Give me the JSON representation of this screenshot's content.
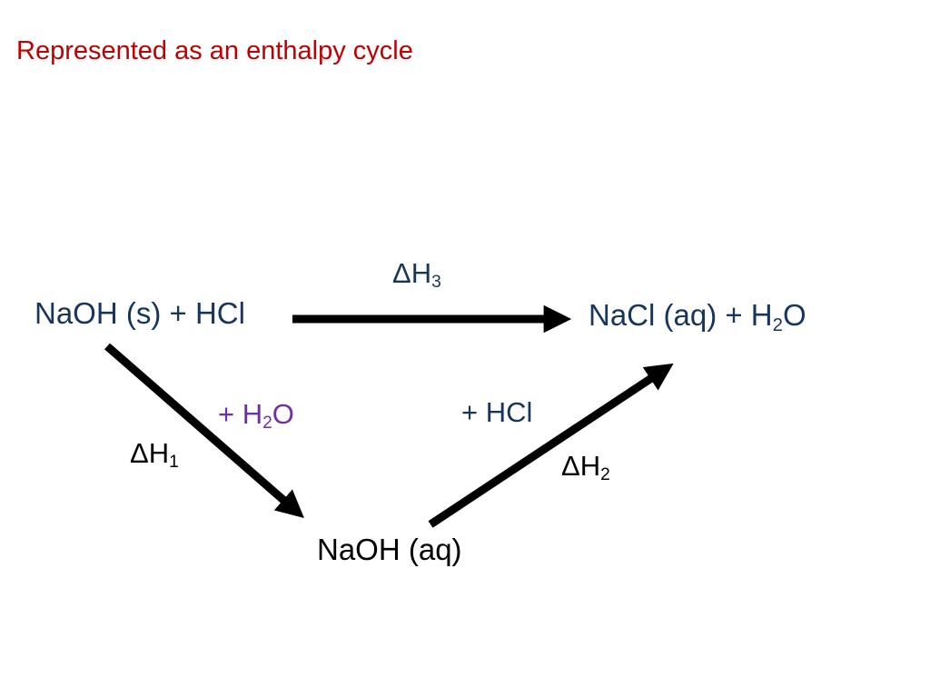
{
  "title": "Represented as an enthalpy cycle",
  "colors": {
    "title": "#C00000",
    "chemical": "#17365D",
    "water": "#7030A0",
    "black": "#000000",
    "background": "#FFFFFF"
  },
  "cycle": {
    "nodes": {
      "reactants": "NaOH (s) + HCl",
      "products": {
        "pre": "NaCl (aq) +  H",
        "sub": "2",
        "post": "O"
      },
      "intermediate": "NaOH (aq)"
    },
    "arrow_labels": {
      "dh1": {
        "base": "ΔH",
        "sub": "1"
      },
      "dh2": {
        "base": "ΔH",
        "sub": "2"
      },
      "dh3": {
        "base": "ΔH",
        "sub": "3"
      }
    },
    "added_reagents": {
      "plus_h2o": {
        "pre": "+ H",
        "sub": "2",
        "post": "O"
      },
      "plus_hcl": "+ HCl"
    }
  }
}
